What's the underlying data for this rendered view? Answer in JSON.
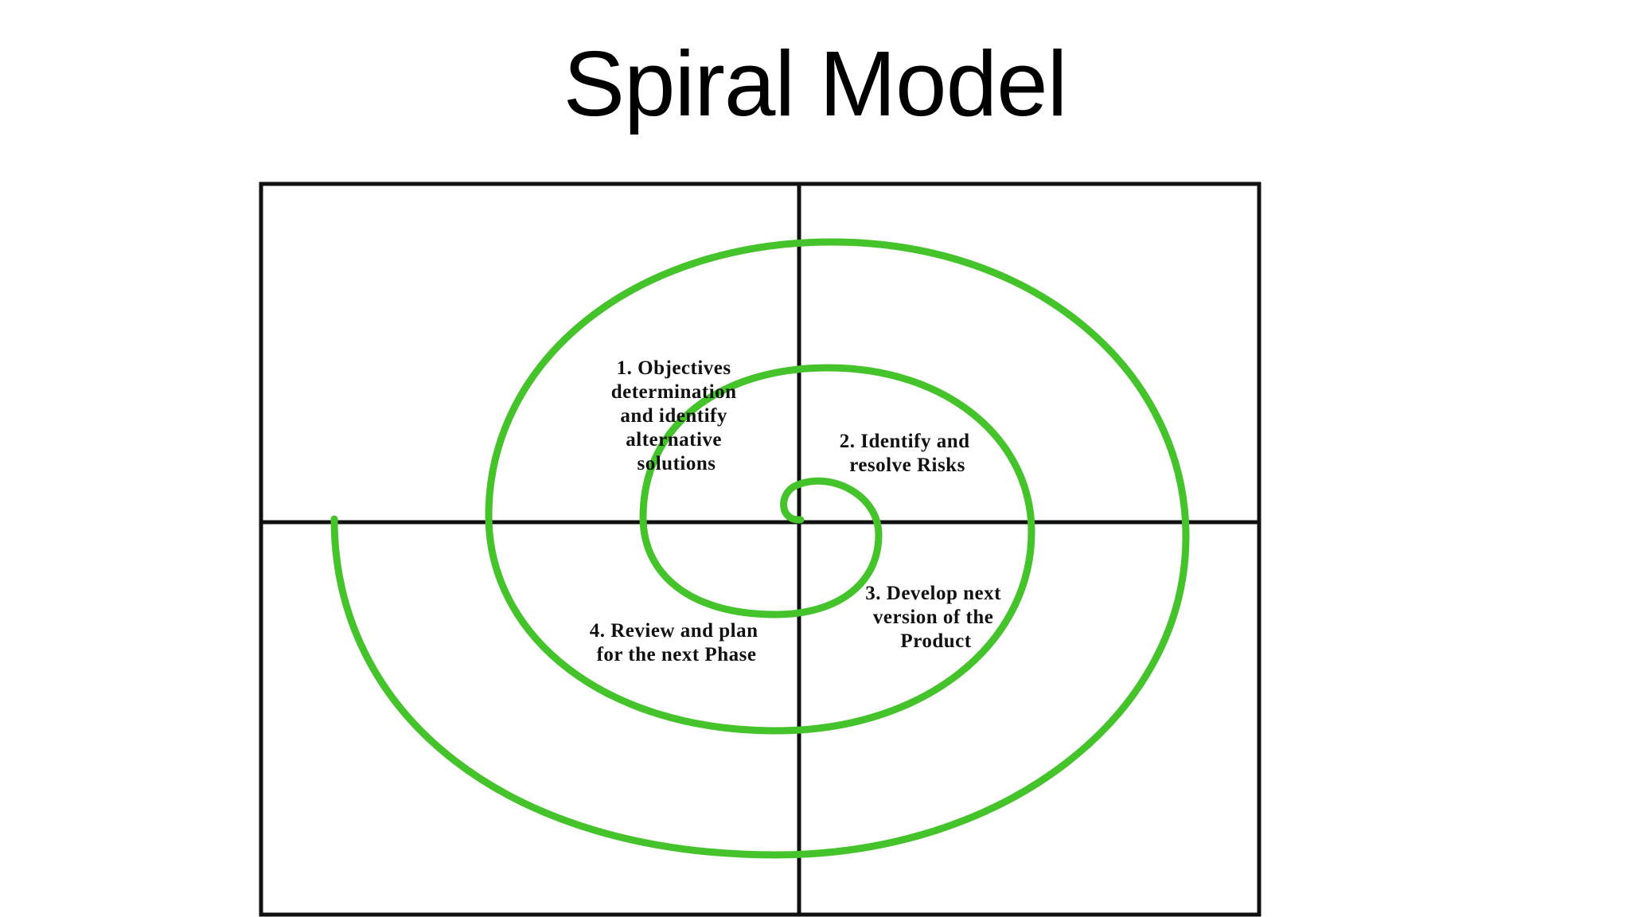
{
  "slide": {
    "title": "Spiral Model"
  },
  "diagram": {
    "spiral_color": "#44c32a",
    "grid_color": "#111111",
    "quadrants": [
      {
        "id": "objectives",
        "lines": [
          "1. Objectives",
          "determination",
          "and identify",
          "alternative",
          "solutions"
        ]
      },
      {
        "id": "risks",
        "lines": [
          "2. Identify and",
          "resolve Risks"
        ]
      },
      {
        "id": "develop",
        "lines": [
          "3. Develop next",
          "version of the",
          "Product"
        ]
      },
      {
        "id": "review",
        "lines": [
          "4. Review and plan",
          "for the next Phase"
        ]
      }
    ]
  }
}
